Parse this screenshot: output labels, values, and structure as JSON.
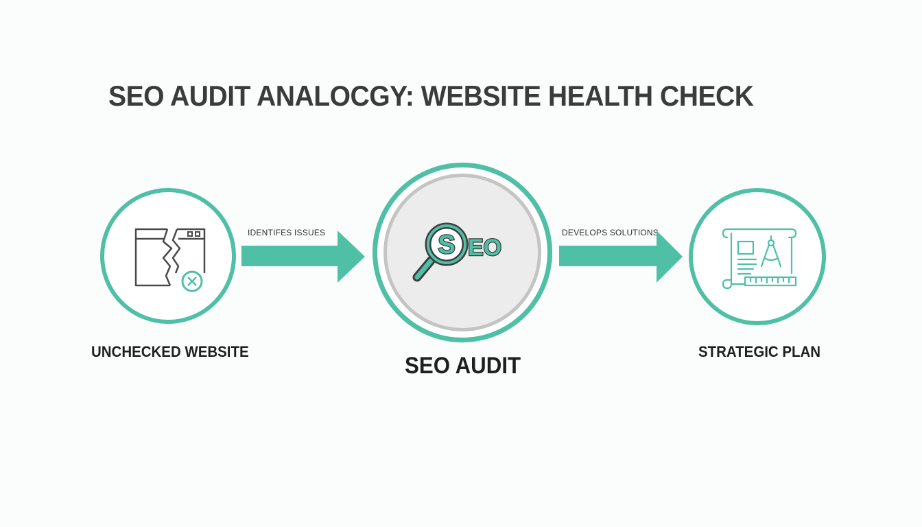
{
  "title": "SEO AUDIT ANALOCGY: WEBSITE HEALTH CHECK",
  "colors": {
    "accent": "#4fbfa5",
    "text": "#3b3b3b",
    "ring_gray": "#c4c4c4"
  },
  "nodes": [
    {
      "label": "UNCHECKED WEBSITE",
      "icon": "broken-website-icon"
    },
    {
      "label": "SEO AUDIT",
      "icon": "seo-magnifier-icon",
      "icon_text_s": "S",
      "icon_text_eo": "EO"
    },
    {
      "label": "STRATEGIC PLAN",
      "icon": "blueprint-plan-icon"
    }
  ],
  "edges": [
    {
      "from": "UNCHECKED WEBSITE",
      "to": "SEO AUDIT",
      "label": "IDENTIFES ISSUES"
    },
    {
      "from": "SEO AUDIT",
      "to": "STRATEGIC PLAN",
      "label": "DEVELOPS SOLUTIONS"
    }
  ]
}
